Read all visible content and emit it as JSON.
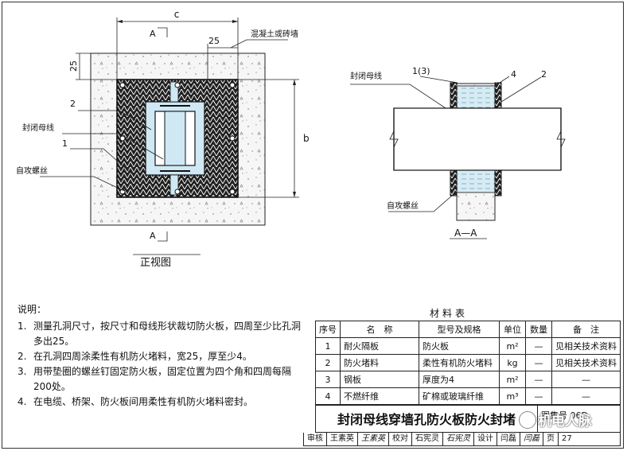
{
  "front_view": {
    "caption": "正视图",
    "dim_c": "c",
    "dim_25_top": "25",
    "dim_25_left": "25",
    "dim_b": "b",
    "section_mark_top": "A",
    "section_mark_bottom": "A",
    "label_concrete": "混凝土或砖墙",
    "label_2": "2",
    "label_busway": "封闭母线",
    "label_1": "1",
    "label_screw": "自攻螺丝"
  },
  "section_view": {
    "caption": "A—A",
    "label_busway": "封闭母线",
    "label_13": "1(3)",
    "label_4": "4",
    "label_2": "2",
    "label_screw": "自攻螺丝"
  },
  "notes": {
    "heading": "说明：",
    "items": [
      {
        "num": "1.",
        "text": "测量孔洞尺寸，按尺寸和母线形状裁切防火板，四周至少比孔洞",
        "cont": "多出25。"
      },
      {
        "num": "2.",
        "text": "在孔洞四周涂柔性有机防火堵料，宽25，厚至少4。",
        "cont": ""
      },
      {
        "num": "3.",
        "text": "用带垫圈的螺丝钉固定防火板，固定位置为四个角和四周每隔",
        "cont": "200处。"
      },
      {
        "num": "4.",
        "text": "在电缆、桥架、防火板间用柔性有机防火堵料密封。",
        "cont": ""
      }
    ]
  },
  "materials": {
    "title": "材料表",
    "headers": [
      "序号",
      "名　称",
      "型号及规格",
      "单位",
      "数量",
      "备　注"
    ],
    "rows": [
      [
        "1",
        "耐火隔板",
        "防火板",
        "m²",
        "—",
        "见相关技术资料"
      ],
      [
        "2",
        "防火堵料",
        "柔性有机防火堵料",
        "kg",
        "—",
        "见相关技术资料"
      ],
      [
        "3",
        "钢板",
        "厚度为4",
        "m²",
        "—",
        "—"
      ],
      [
        "4",
        "不燃纤维",
        "矿棉或玻璃纤维",
        "m³",
        "—",
        "—"
      ]
    ]
  },
  "title_block": {
    "title": "封闭母线穿墙孔防火板防火封堵",
    "code_label": "图集号",
    "code_value": "06D",
    "row": [
      "审核",
      "王素英",
      "王素英",
      "校对",
      "石宪灵",
      "石宪灵",
      "设计",
      "闫磊",
      "闫磊",
      "页",
      "27"
    ]
  },
  "watermark": "机电人脉"
}
